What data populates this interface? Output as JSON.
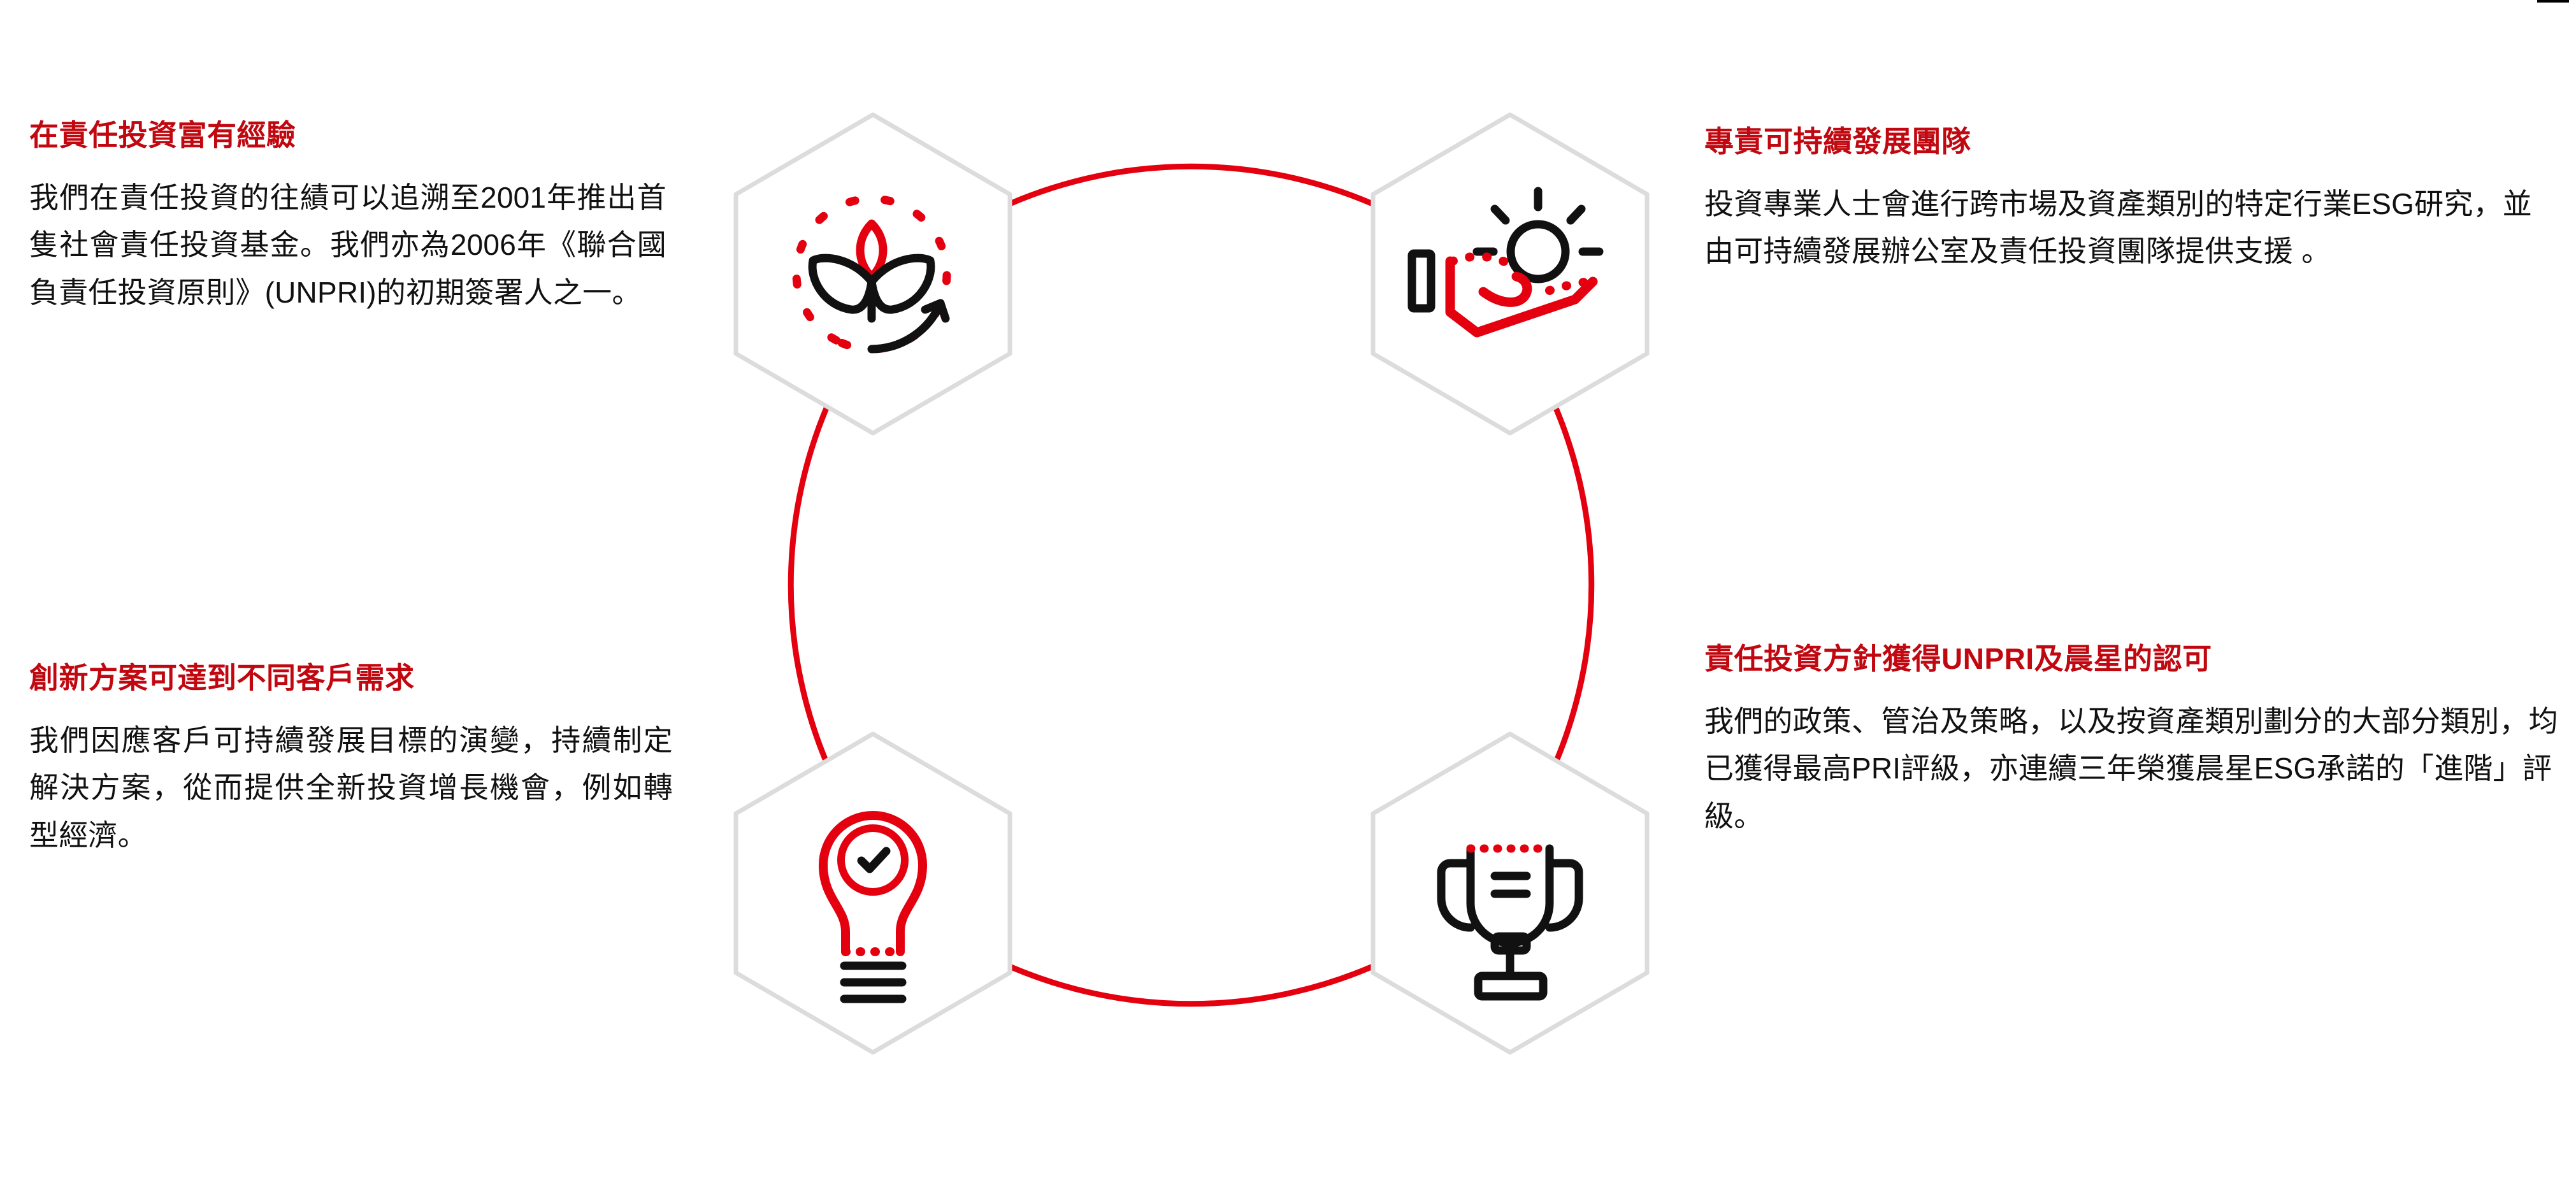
{
  "page": {
    "background_color": "#FFFFFF",
    "accent_red": "#C1070F",
    "circle_red": "#E4000F",
    "hex_grey": "#DCDCDC",
    "body_text_color": "#111111"
  },
  "panels": [
    {
      "id": "experience",
      "position": "top-left",
      "heading": "在責任投資富有經驗",
      "body": "我們在責任投資的往績可以追溯至2001年推出首隻社會責任投資基金。我們亦為2006年《聯合國負責任投資原則》(UNPRI)的初期簽署人之一。"
    },
    {
      "id": "team",
      "position": "top-right",
      "heading": "專責可持續發展團隊",
      "body": "投資專業人士會進行跨市場及資產類別的特定行業ESG研究，並由可持續發展辦公室及責任投資團隊提供支援 。"
    },
    {
      "id": "innovation",
      "position": "bottom-left",
      "heading": "創新方案可達到不同客戶需求",
      "body": "我們因應客戶可持續發展目標的演變，持續制定解決方案，從而提供全新投資增長機會，例如轉型經濟。"
    },
    {
      "id": "recognition",
      "position": "bottom-right",
      "heading": "責任投資方針獲得UNPRI及晨星的認可",
      "body": "我們的政策、管治及策略，以及按資產類別劃分的大部分類別，均已獲得最高PRI評級，亦連續三年榮獲晨星ESG承諾的「進階」評級。"
    }
  ],
  "diagram": {
    "type": "circular-cycle",
    "ring_color": "#E4000F",
    "node_shape": "hexagon",
    "node_outline_color": "#DCDCDC",
    "nodes": [
      {
        "id": "growth",
        "position": "top-left",
        "icon": "sprout-growth-icon",
        "icon_colors": [
          "#E4000F",
          "#111111"
        ]
      },
      {
        "id": "stewardship",
        "position": "top-right",
        "icon": "hand-sun-icon",
        "icon_colors": [
          "#E4000F",
          "#111111"
        ]
      },
      {
        "id": "innovation",
        "position": "bottom-left",
        "icon": "lightbulb-check-icon",
        "icon_colors": [
          "#E4000F",
          "#111111"
        ]
      },
      {
        "id": "award",
        "position": "bottom-right",
        "icon": "trophy-icon",
        "icon_colors": [
          "#E4000F",
          "#111111"
        ]
      }
    ]
  }
}
